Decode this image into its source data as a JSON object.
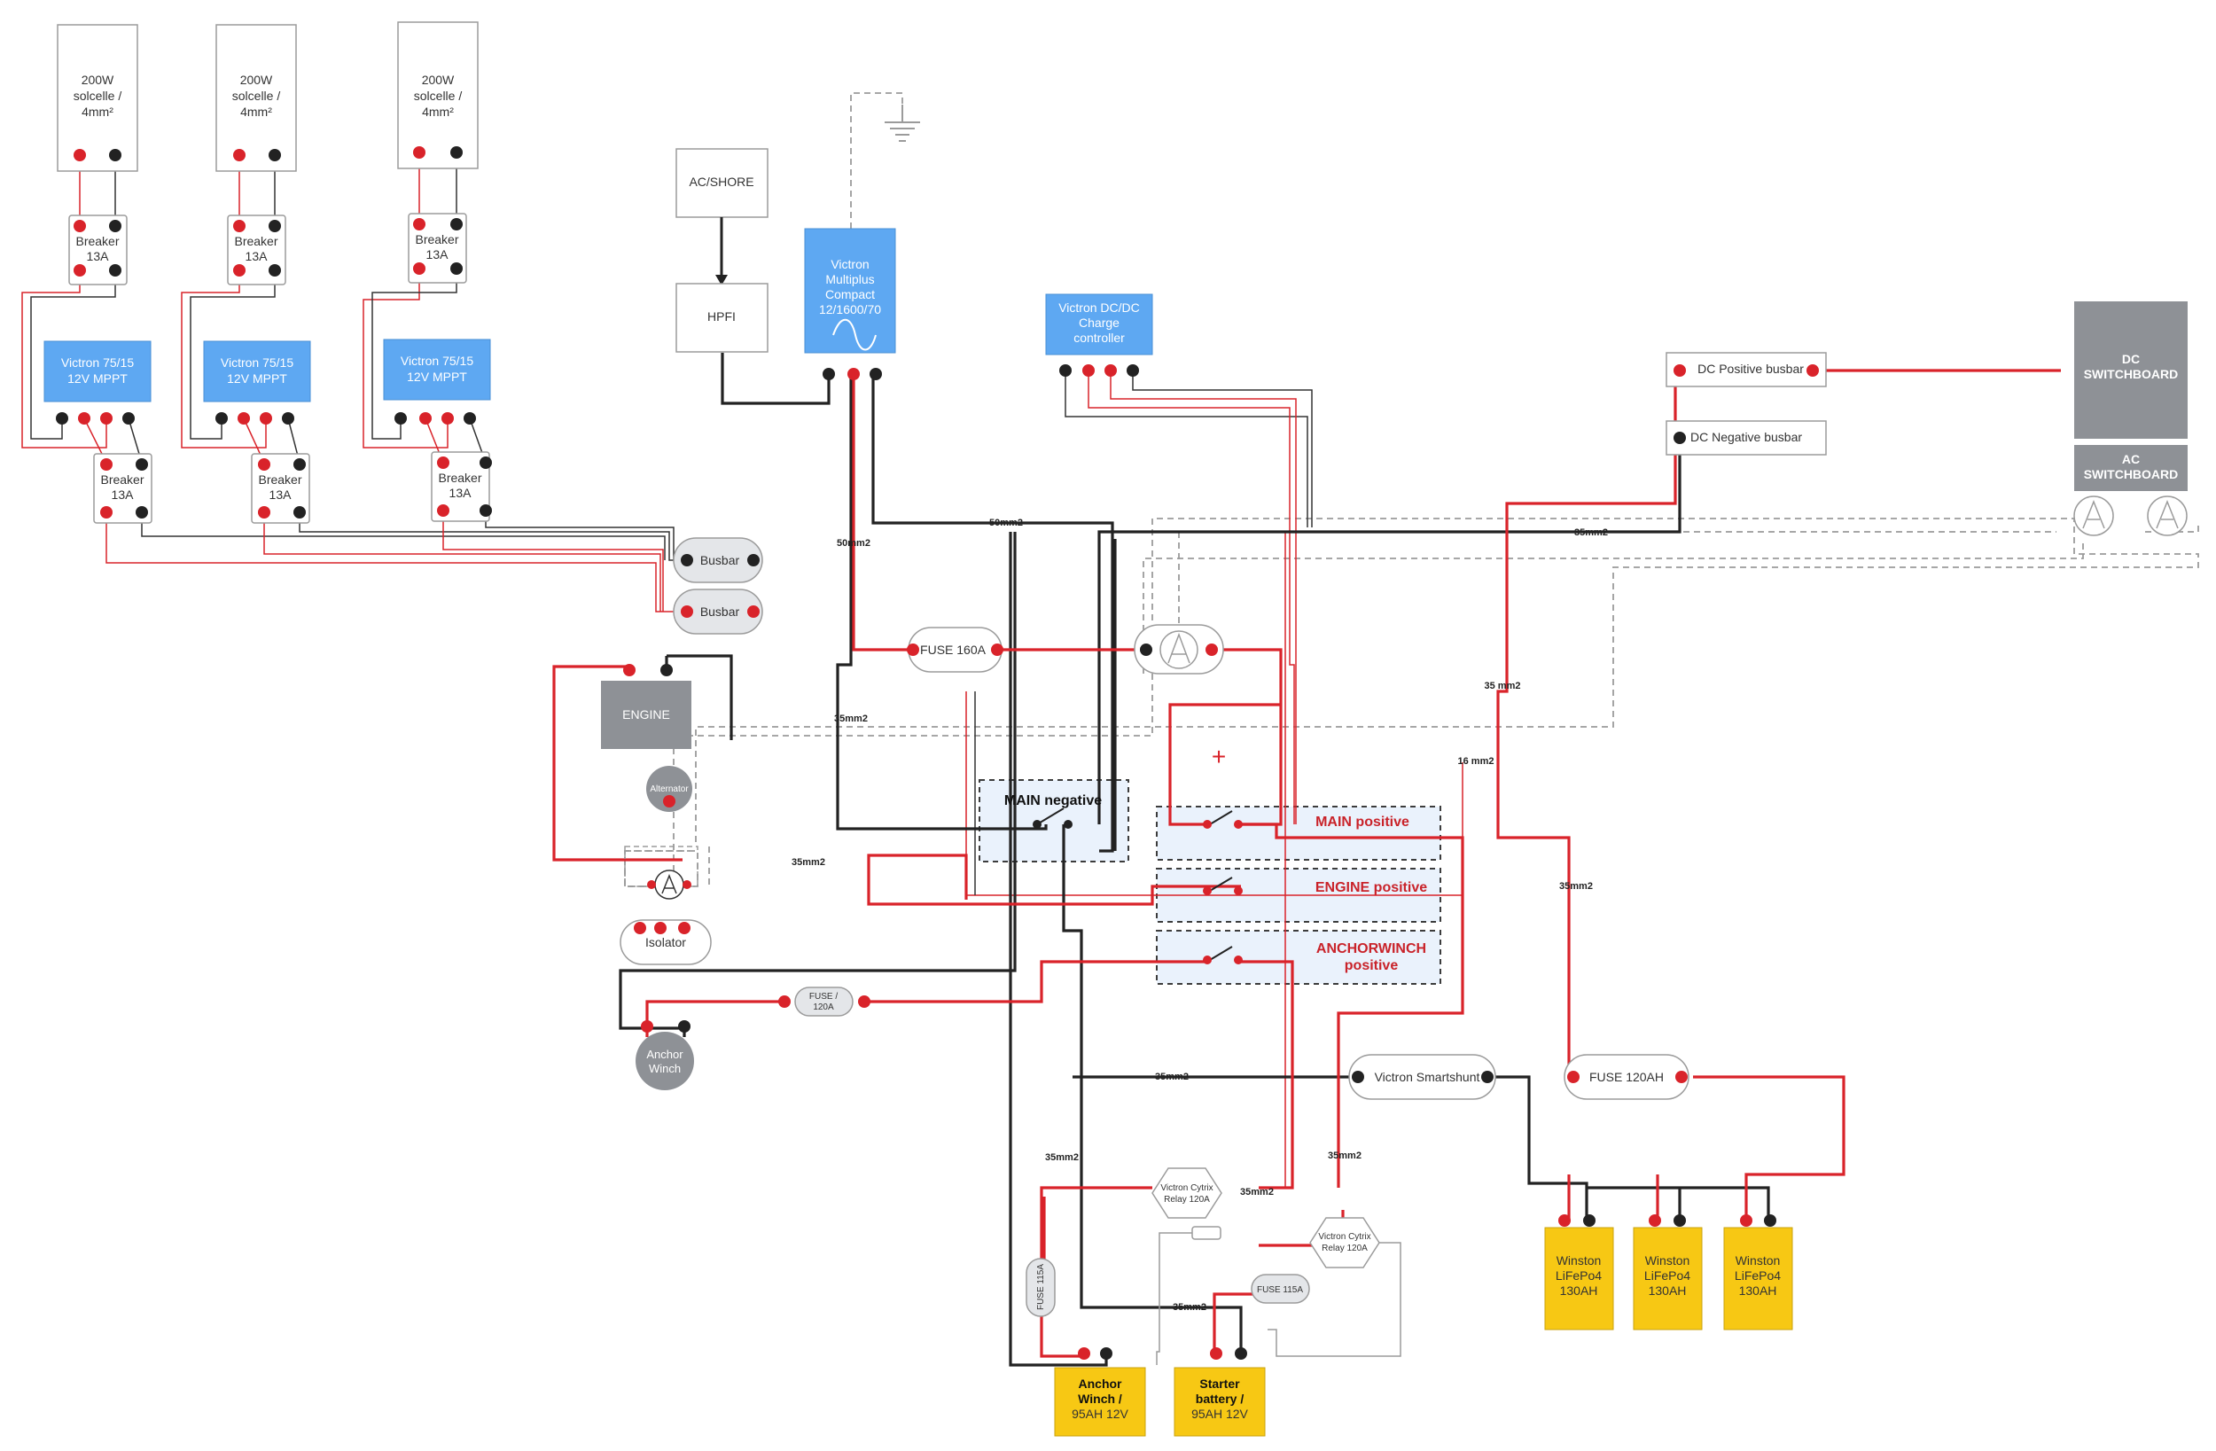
{
  "colors": {
    "positive": "#d9232a",
    "negative": "#222222",
    "blue_box": "#5ea8f2",
    "gray_box": "#8e9196",
    "yellow_box": "#f7c814",
    "zone_fill": "#eaf2fc",
    "ground": "#9b9b9b"
  },
  "solar_panels": [
    {
      "label_line1": "200W",
      "label_line2": "solcelle /",
      "label_line3": "4mm²"
    },
    {
      "label_line1": "200W",
      "label_line2": "solcelle /",
      "label_line3": "4mm²"
    },
    {
      "label_line1": "200W",
      "label_line2": "solcelle /",
      "label_line3": "4mm²"
    }
  ],
  "panel_breakers": [
    {
      "label_line1": "Breaker",
      "label_line2": "13A"
    },
    {
      "label_line1": "Breaker",
      "label_line2": "13A"
    },
    {
      "label_line1": "Breaker",
      "label_line2": "13A"
    }
  ],
  "mppts": [
    {
      "label_line1": "Victron 75/15",
      "label_line2": "12V MPPT"
    },
    {
      "label_line1": "Victron 75/15",
      "label_line2": "12V MPPT"
    },
    {
      "label_line1": "Victron 75/15",
      "label_line2": "12V MPPT"
    }
  ],
  "mppt_breakers": [
    {
      "label_line1": "Breaker",
      "label_line2": "13A"
    },
    {
      "label_line1": "Breaker",
      "label_line2": "13A"
    },
    {
      "label_line1": "Breaker",
      "label_line2": "13A"
    }
  ],
  "busbars": {
    "upper": "Busbar",
    "lower": "Busbar"
  },
  "ac_shore": "AC/SHORE",
  "hpfi": "HPFI",
  "multiplus": {
    "line1": "Victron",
    "line2": "Multiplus",
    "line3": "Compact",
    "line4": "12/1600/70"
  },
  "dcdc": {
    "line1": "Victron DC/DC",
    "line2": "Charge",
    "line3": "controller"
  },
  "dc_positive_busbar": "DC Positive busbar",
  "dc_negative_busbar": "DC Negative busbar",
  "dc_switchboard": {
    "line1": "DC",
    "line2": "SWITCHBOARD"
  },
  "ac_switchboard": {
    "line1": "AC",
    "line2": "SWITCHBOARD"
  },
  "engine": "ENGINE",
  "alternator": "Alternator",
  "isolator": "Isolator",
  "fuse_160": "FUSE 160A",
  "fuse_120_small": {
    "line1": "FUSE /",
    "line2": "120A"
  },
  "fuse_120ah": "FUSE 120AH",
  "fuse_115_vertical": "FUSE 115A",
  "fuse_115_horizontal": "FUSE 115A",
  "main_negative": "MAIN negative",
  "main_positive": "MAIN positive",
  "engine_positive": "ENGINE positive",
  "anchorwinch_positive": {
    "line1": "ANCHORWINCH",
    "line2": "positive"
  },
  "plus_symbol": "+",
  "anchor_winch_motor": {
    "line1": "Anchor",
    "line2": "Winch"
  },
  "smartshunt": "Victron Smartshunt",
  "cytrix_1": {
    "line1": "Victron Cytrix",
    "line2": "Relay 120A"
  },
  "cytrix_2": {
    "line1": "Victron Cytrix",
    "line2": "Relay 120A"
  },
  "battery_anchor": {
    "line1": "Anchor",
    "line2": "Winch /",
    "line3": "95AH 12V"
  },
  "battery_starter": {
    "line1": "Starter",
    "line2": "battery /",
    "line3": "95AH 12V"
  },
  "house_batteries": [
    {
      "line1": "Winston",
      "line2": "LiFePo4",
      "line3": "130AH"
    },
    {
      "line1": "Winston",
      "line2": "LiFePo4",
      "line3": "130AH"
    },
    {
      "line1": "Winston",
      "line2": "LiFePo4",
      "line3": "130AH"
    }
  ],
  "wire_labels": {
    "w50a": "50mm2",
    "w50b": "50mm2",
    "w35a": "35mm2",
    "w35b": "35 mm2",
    "w35c": "35mm2",
    "w16": "16 mm2",
    "w35d": "35mm2",
    "w35e": "35mm2",
    "w35f": "35mm2",
    "w35g": "35mm2",
    "w35h": "35mm2",
    "w35i": "35mm2",
    "w35j": "35mm2"
  }
}
